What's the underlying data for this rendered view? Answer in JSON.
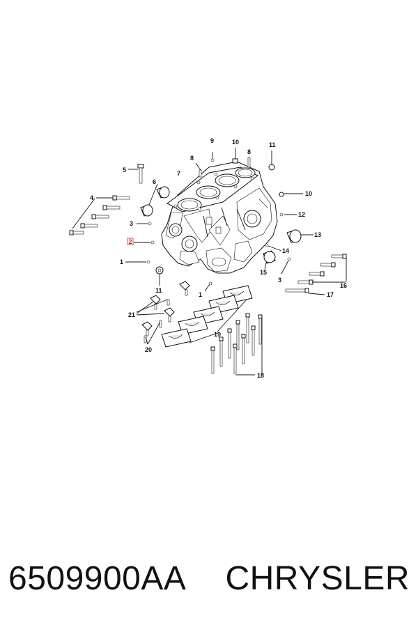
{
  "caption": {
    "part_number": "6509900AA",
    "brand": "CHRYSLER"
  },
  "callouts": [
    {
      "id": "c9",
      "label": "9"
    },
    {
      "id": "c10a",
      "label": "10"
    },
    {
      "id": "c11a",
      "label": "11"
    },
    {
      "id": "c8a",
      "label": "8"
    },
    {
      "id": "c8b",
      "label": "8"
    },
    {
      "id": "c5",
      "label": "5"
    },
    {
      "id": "c7",
      "label": "7"
    },
    {
      "id": "c6",
      "label": "6"
    },
    {
      "id": "c10b",
      "label": "10"
    },
    {
      "id": "c4",
      "label": "4"
    },
    {
      "id": "c12",
      "label": "12"
    },
    {
      "id": "c3a",
      "label": "3"
    },
    {
      "id": "c13",
      "label": "13"
    },
    {
      "id": "c2",
      "label": "2",
      "highlighted": true
    },
    {
      "id": "c14",
      "label": "14"
    },
    {
      "id": "c1a",
      "label": "1"
    },
    {
      "id": "c15",
      "label": "15"
    },
    {
      "id": "c3b",
      "label": "3"
    },
    {
      "id": "c16",
      "label": "16"
    },
    {
      "id": "c11b",
      "label": "11"
    },
    {
      "id": "c1b",
      "label": "1"
    },
    {
      "id": "c17",
      "label": "17"
    },
    {
      "id": "c21",
      "label": "21"
    },
    {
      "id": "c19",
      "label": "19"
    },
    {
      "id": "c20",
      "label": "20"
    },
    {
      "id": "c18",
      "label": "18"
    }
  ],
  "colors": {
    "ink": "#111111",
    "highlight": "#cc1f1f",
    "background": "#ffffff"
  }
}
